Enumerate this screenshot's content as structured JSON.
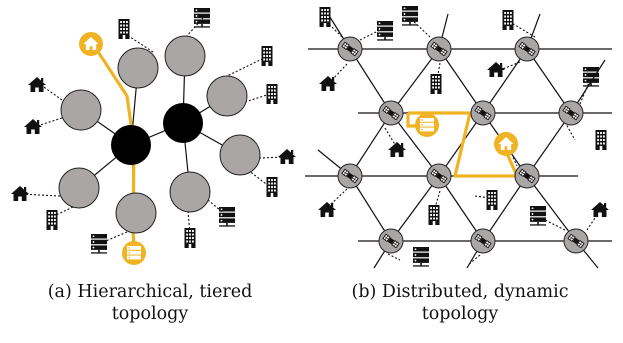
{
  "captions": {
    "a": {
      "line1": "(a) Hierarchical, tiered",
      "line2": "topology"
    },
    "b": {
      "line1": "(b) Distributed, dynamic",
      "line2": "topology"
    }
  },
  "colors": {
    "path": "#F0B323",
    "node_gray": "#ABA6A6",
    "core_black": "#000000",
    "line": "#111111"
  },
  "icons": [
    "house-icon",
    "building-icon",
    "server-icon",
    "satellite-icon"
  ]
}
